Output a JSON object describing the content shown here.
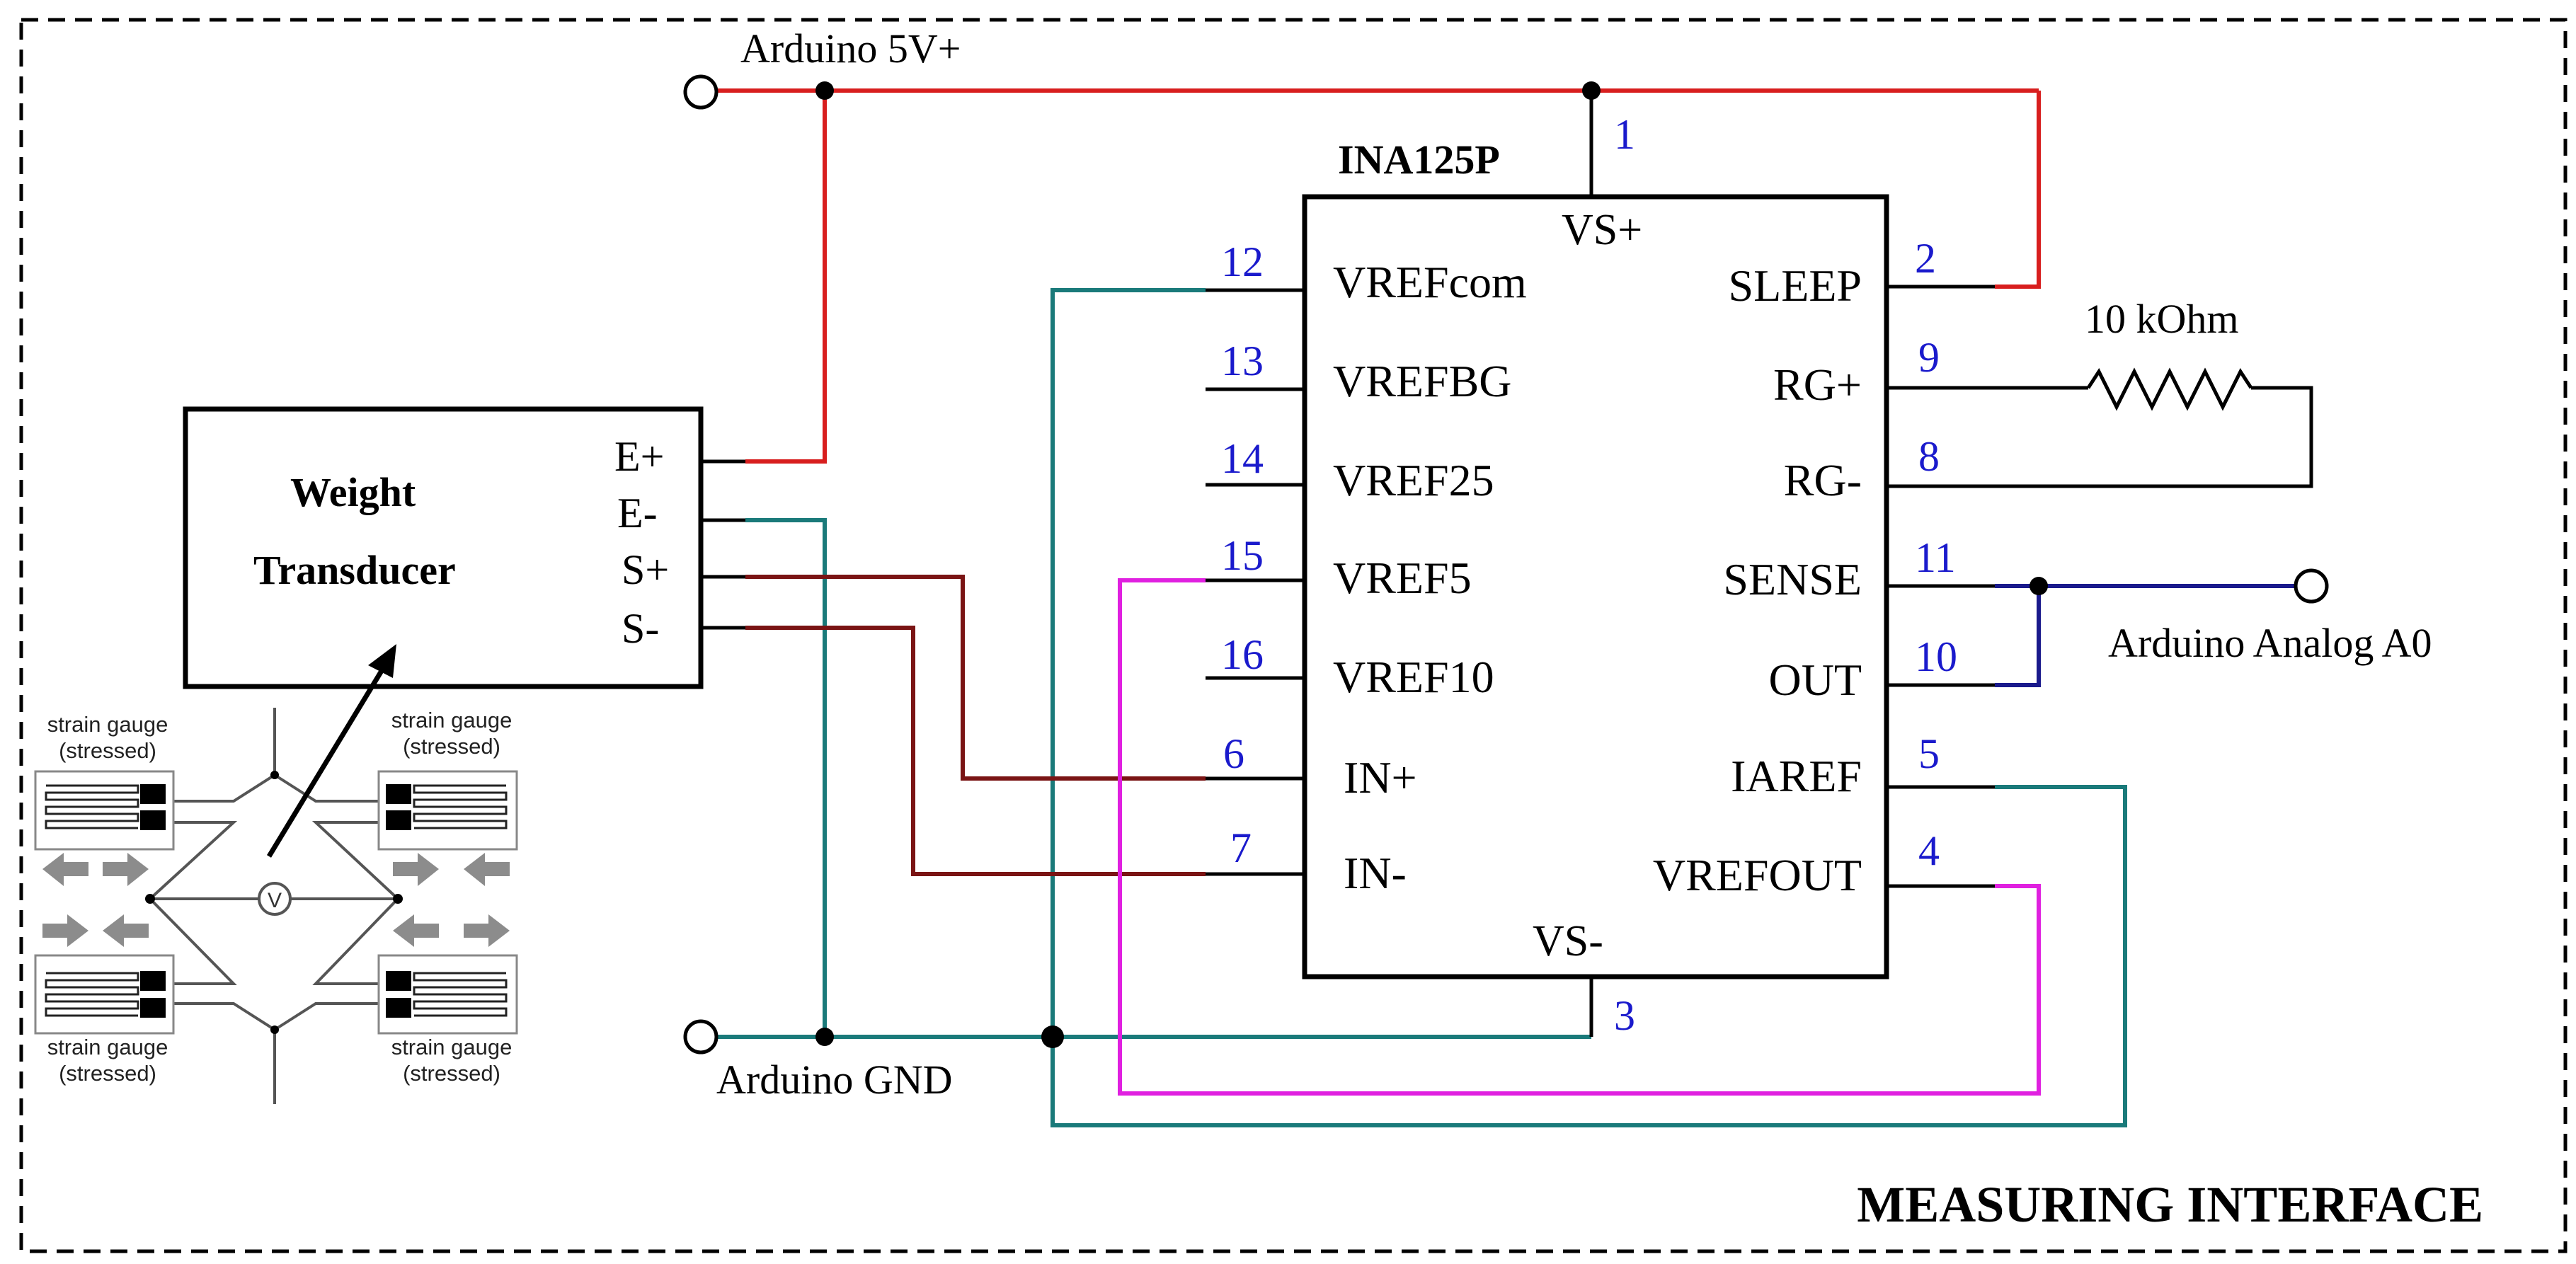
{
  "frame": {
    "title": "MEASURING INTERFACE"
  },
  "chip": {
    "name": "INA125P",
    "top_label": "VS+",
    "bottom_label": "VS-",
    "left_pins": [
      {
        "num": "12",
        "label": "VREFcom"
      },
      {
        "num": "13",
        "label": "VREFBG"
      },
      {
        "num": "14",
        "label": "VREF25"
      },
      {
        "num": "15",
        "label": "VREF5"
      },
      {
        "num": "16",
        "label": "VREF10"
      },
      {
        "num": "6",
        "label": "IN+"
      },
      {
        "num": "7",
        "label": "IN-"
      }
    ],
    "right_pins": [
      {
        "num": "2",
        "label": "SLEEP"
      },
      {
        "num": "9",
        "label": "RG+"
      },
      {
        "num": "8",
        "label": "RG-"
      },
      {
        "num": "11",
        "label": "SENSE"
      },
      {
        "num": "10",
        "label": "OUT"
      },
      {
        "num": "5",
        "label": "IAREF"
      },
      {
        "num": "4",
        "label": "VREFOUT"
      }
    ],
    "top_pin_num": "1",
    "bottom_pin_num": "3"
  },
  "terminals": {
    "vplus": "Arduino 5V+",
    "gnd": "Arduino GND",
    "analog": "Arduino Analog A0"
  },
  "resistor": {
    "label": "10 kOhm"
  },
  "transducer": {
    "title_line1": "Weight",
    "title_line2": "Transducer",
    "pins": [
      "E+",
      "E-",
      "S+",
      "S-"
    ]
  },
  "bridge": {
    "gauge_line1": "strain gauge",
    "gauge_line2": "(stressed)",
    "meter_symbol": "V"
  },
  "colors": {
    "power": "#d81e1e",
    "ground": "#1a7a7a",
    "signal": "#7a1414",
    "ref": "#e020e0",
    "analog": "#1a1a8c",
    "pin_number": "#1a1acc",
    "black": "#000000",
    "gauge_gray": "#8c8c8c"
  }
}
